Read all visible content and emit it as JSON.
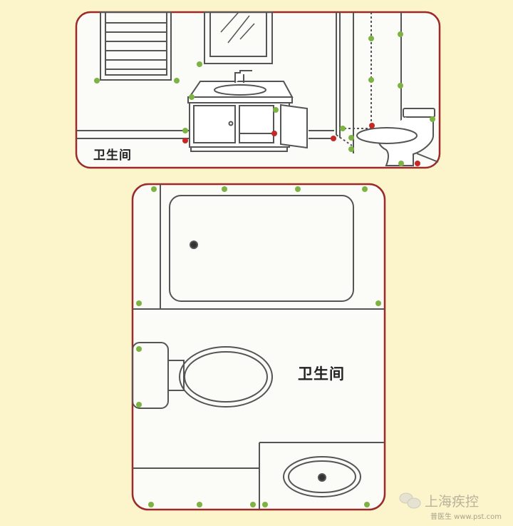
{
  "top_panel": {
    "label": "卫生间"
  },
  "floor_plan": {
    "label": "卫生间"
  },
  "watermark": {
    "text": "上海疾控",
    "secondary": "普医生 www.pst.com"
  },
  "colors": {
    "background": "#fcf5cb",
    "border": "#9b2a2a",
    "green_dot": "#7cb342",
    "red_dot": "#c62828"
  }
}
